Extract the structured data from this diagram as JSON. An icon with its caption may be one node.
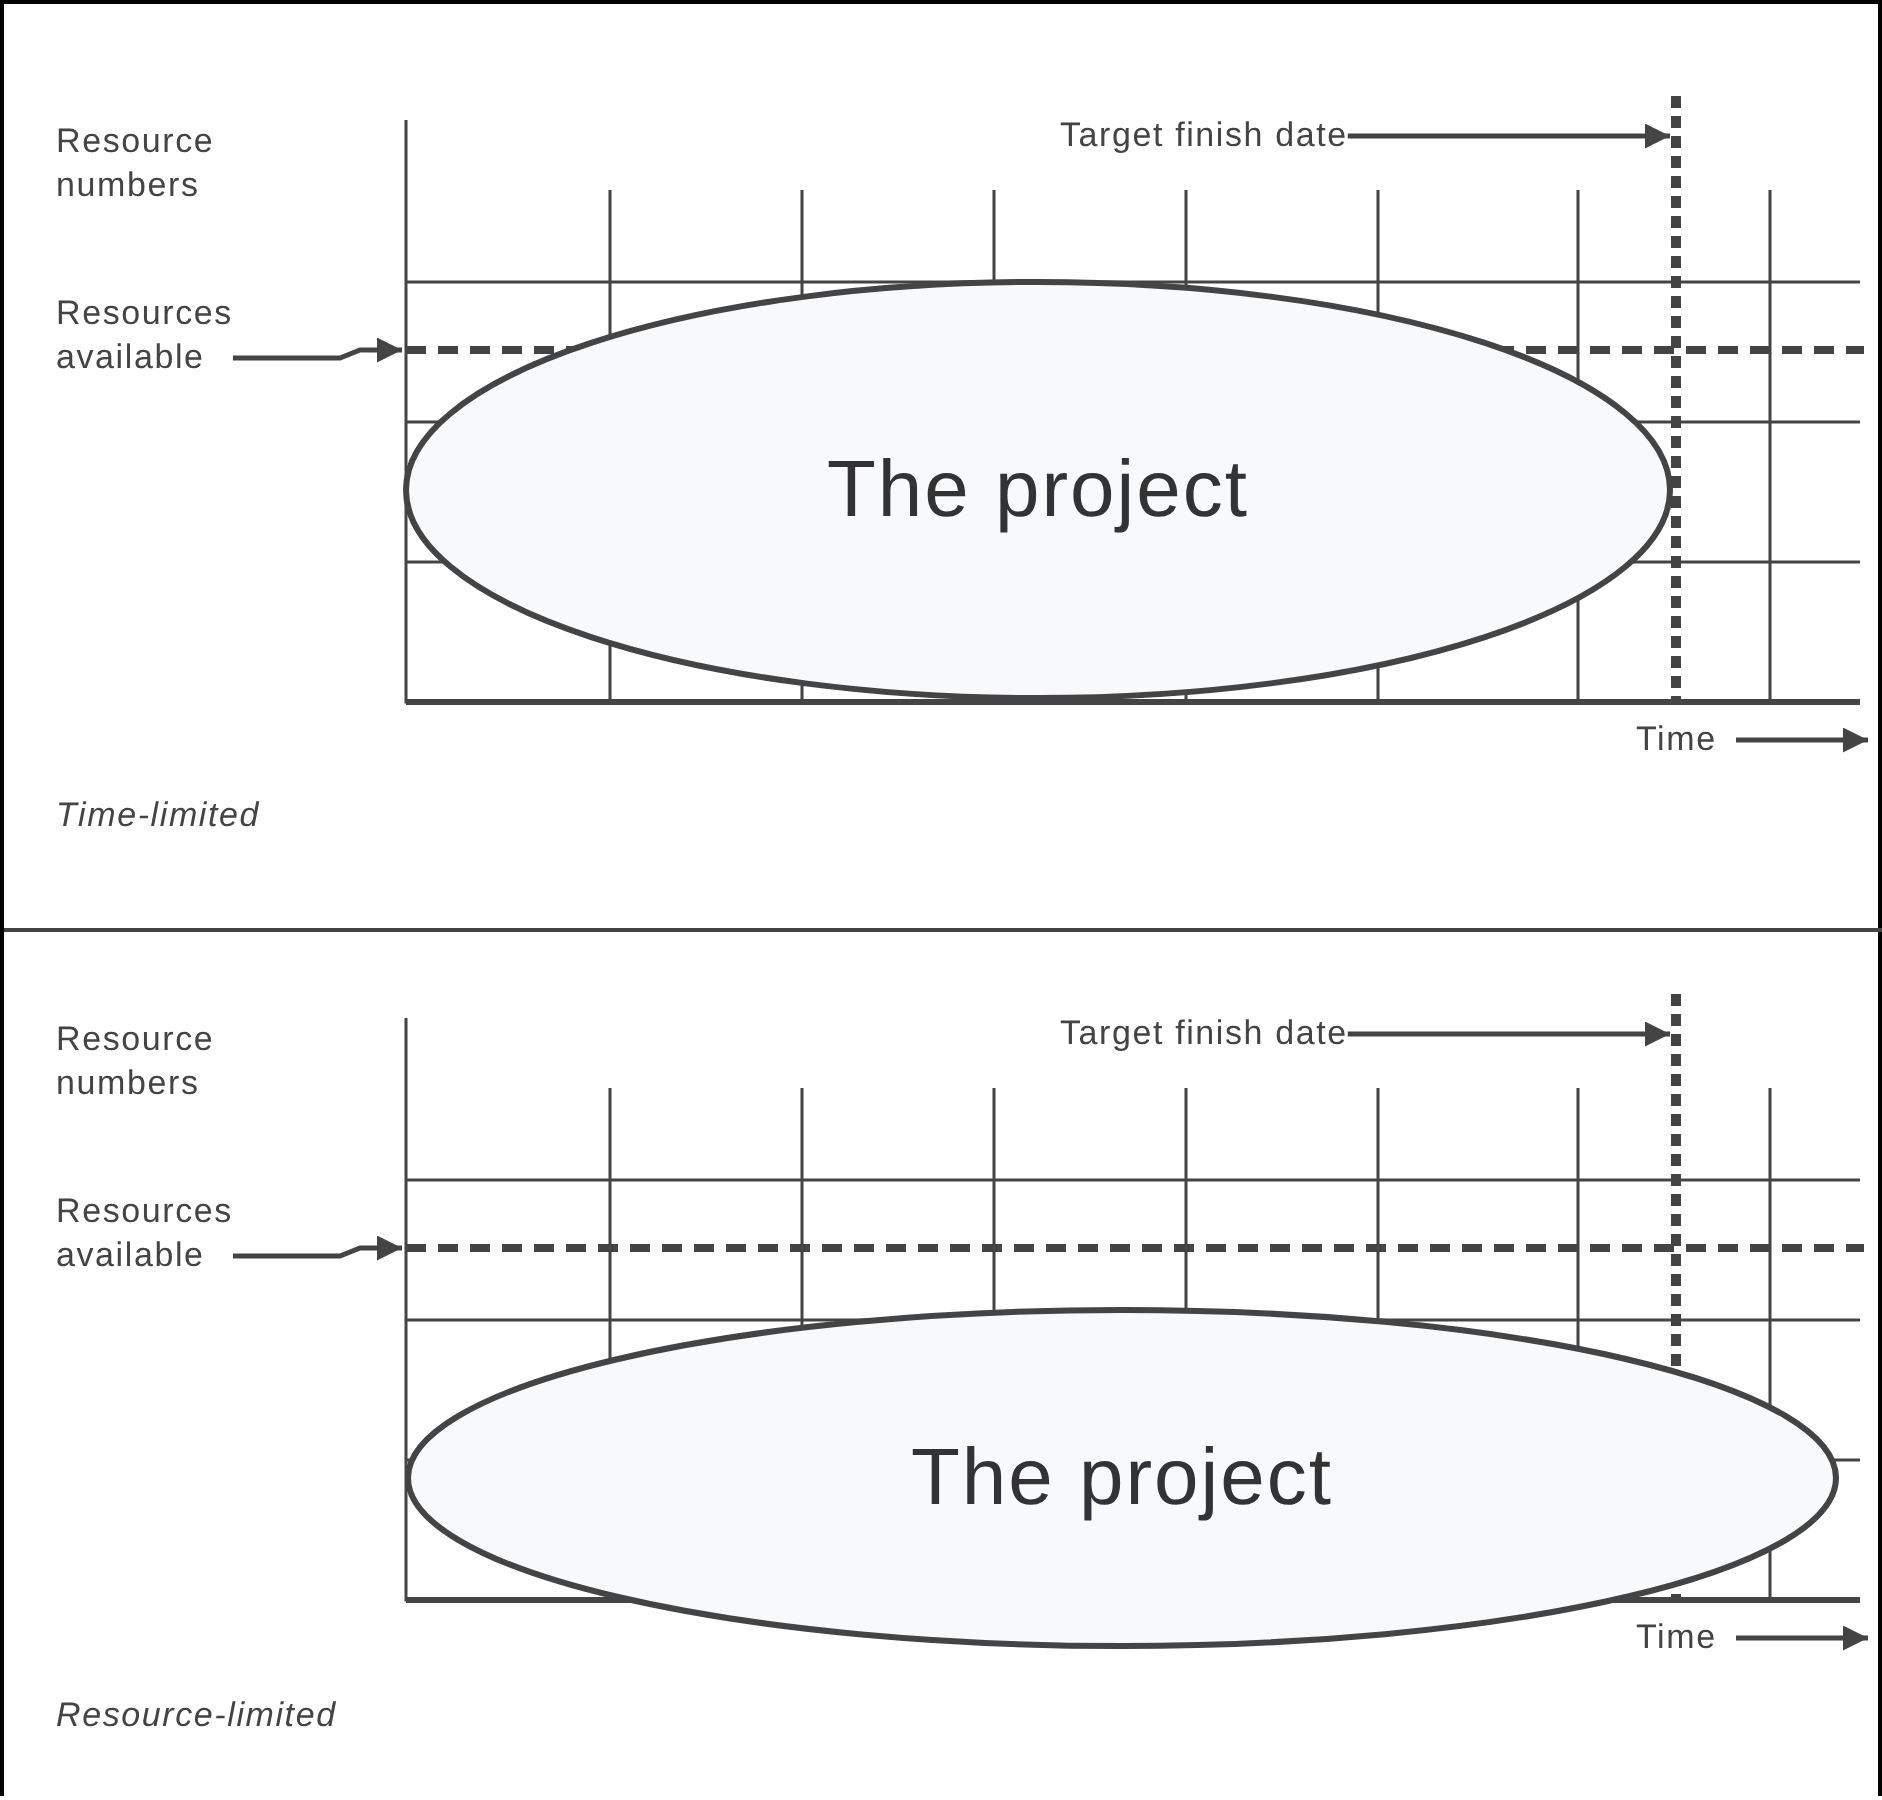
{
  "diagram": {
    "nodes": [
      {
        "text": [
          "Target finish date"
        ]
      },
      {
        "text": [
          "Resources available"
        ]
      },
      {
        "text": [
          "The project"
        ]
      },
      {
        "text": [
          "Target finish date"
        ]
      },
      {
        "text": [
          "Resources available"
        ]
      },
      {
        "text": [
          "The project"
        ]
      }
    ],
    "edges": [
      {
        "from": 0,
        "to": null,
        "arrow": "to"
      },
      {
        "from": 1,
        "to": null,
        "arrow": "to"
      },
      {
        "from": 3,
        "to": null,
        "arrow": "to"
      },
      {
        "from": 4,
        "to": null,
        "arrow": "to"
      }
    ],
    "labels": [
      "Resource numbers",
      "Time",
      "Time-limited",
      "Resource numbers",
      "Time",
      "Resource-limited"
    ]
  }
}
